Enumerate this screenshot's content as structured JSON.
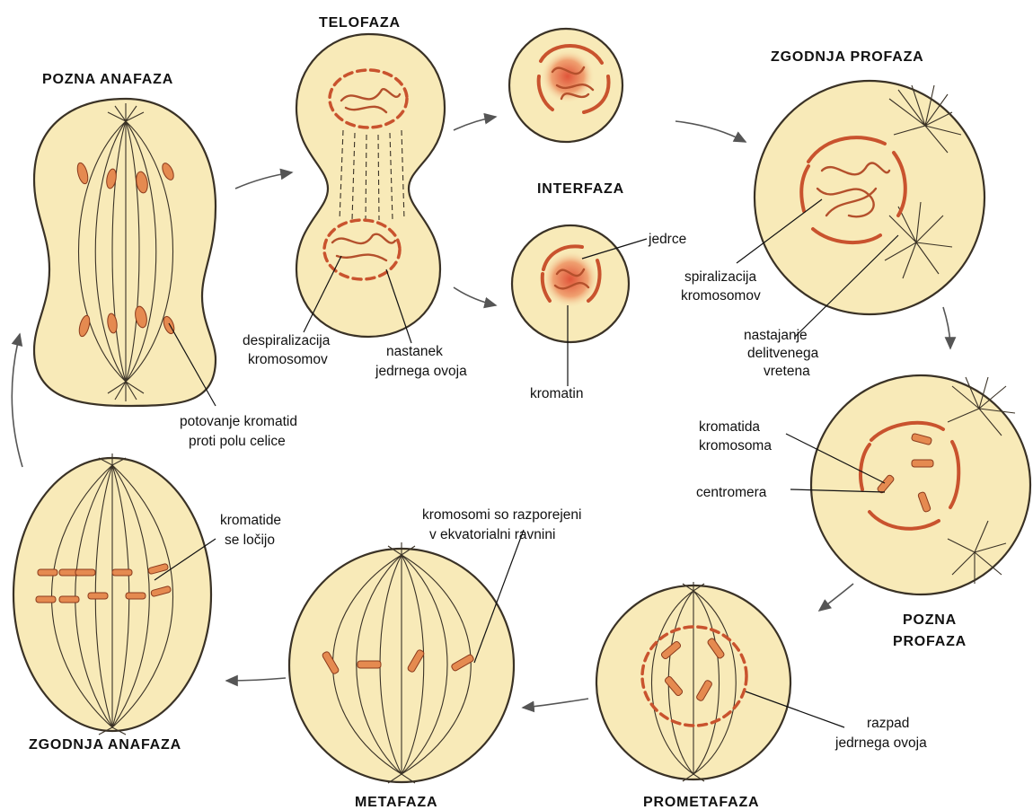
{
  "stages": {
    "pozna_anafaza": "POZNA ANAFAZA",
    "telofaza": "TELOFAZA",
    "interfaza": "INTERFAZA",
    "zgodnja_profaza": "ZGODNJA PROFAZA",
    "pozna_profaza_line1": "POZNA",
    "pozna_profaza_line2": "PROFAZA",
    "prometafaza": "PROMETAFAZA",
    "metafaza": "METAFAZA",
    "zgodnja_anafaza": "ZGODNJA ANAFAZA"
  },
  "labels": {
    "potovanje_1": "potovanje kromatid",
    "potovanje_2": "proti polu celice",
    "despiralizacija_1": "despiralizacija",
    "despiralizacija_2": "kromosomov",
    "nastanek_1": "nastanek",
    "nastanek_2": "jedrnega ovoja",
    "jedrce": "jedrce",
    "kromatin": "kromatin",
    "spiralizacija_1": "spiralizacija",
    "spiralizacija_2": "kromosomov",
    "nastajanje_1": "nastajanje",
    "nastajanje_2": "delitvenega",
    "nastajanje_3": "vretena",
    "kromatida_1": "kromatida",
    "kromatida_2": "kromosoma",
    "centromera": "centromera",
    "kromosomi_1": "kromosomi so razporejeni",
    "kromosomi_2": "v ekvatorialni ravnini",
    "kromatide_1": "kromatide",
    "kromatide_2": "se ločijo",
    "razpad_1": "razpad",
    "razpad_2": "jedrnega ovoja"
  },
  "colors": {
    "cytoplasm": "#f8eab8",
    "chromosome": "#e58a50",
    "envelope": "#c9532e",
    "outline": "#3a3226"
  }
}
